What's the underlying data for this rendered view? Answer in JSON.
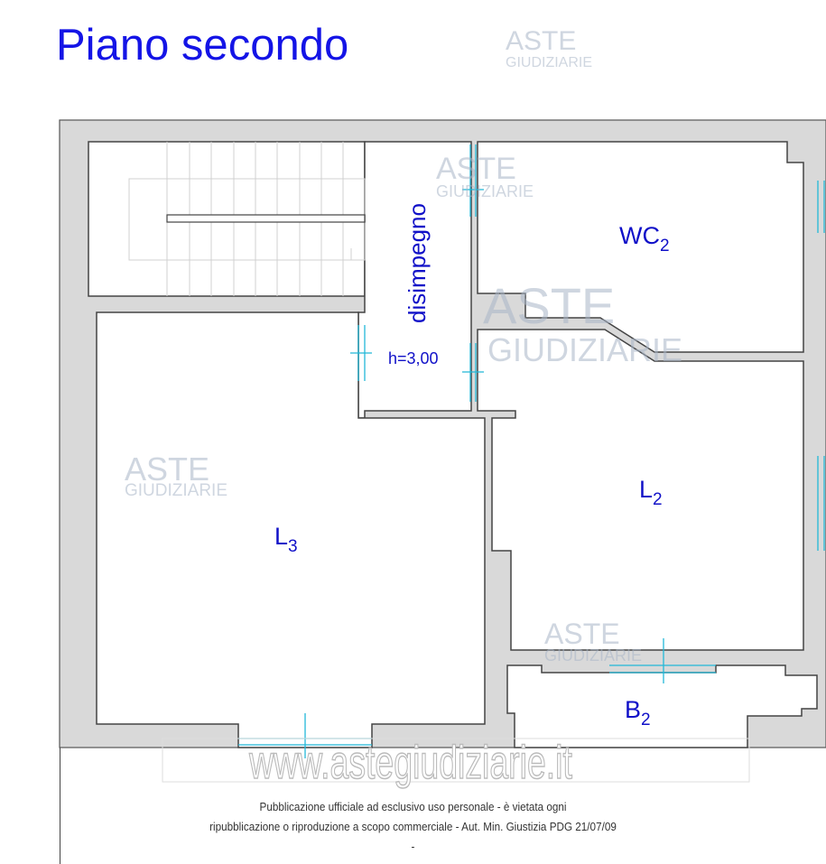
{
  "title": "Piano secondo",
  "rooms": {
    "stair_corridor": "disimpegno",
    "height": "h=3,00",
    "wc": {
      "base": "WC",
      "sub": "2"
    },
    "l3": {
      "base": "L",
      "sub": "3"
    },
    "l2": {
      "base": "L",
      "sub": "2"
    },
    "b2": {
      "base": "B",
      "sub": "2"
    }
  },
  "watermark": {
    "line1": "ASTE",
    "line2": "GIUDIZIARIE",
    "site": "www.astegiudiziarie.it"
  },
  "footer": {
    "line1": "Pubblicazione ufficiale ad esclusivo uso personale - è vietata ogni",
    "line2": "ripubblicazione o riproduzione a scopo commerciale - Aut. Min. Giustizia PDG 21/07/09",
    "line3": "-"
  },
  "colors": {
    "wall": "#d9d9d9",
    "label": "#1010c8",
    "window": "#22b8d8",
    "title": "#1414e6"
  }
}
